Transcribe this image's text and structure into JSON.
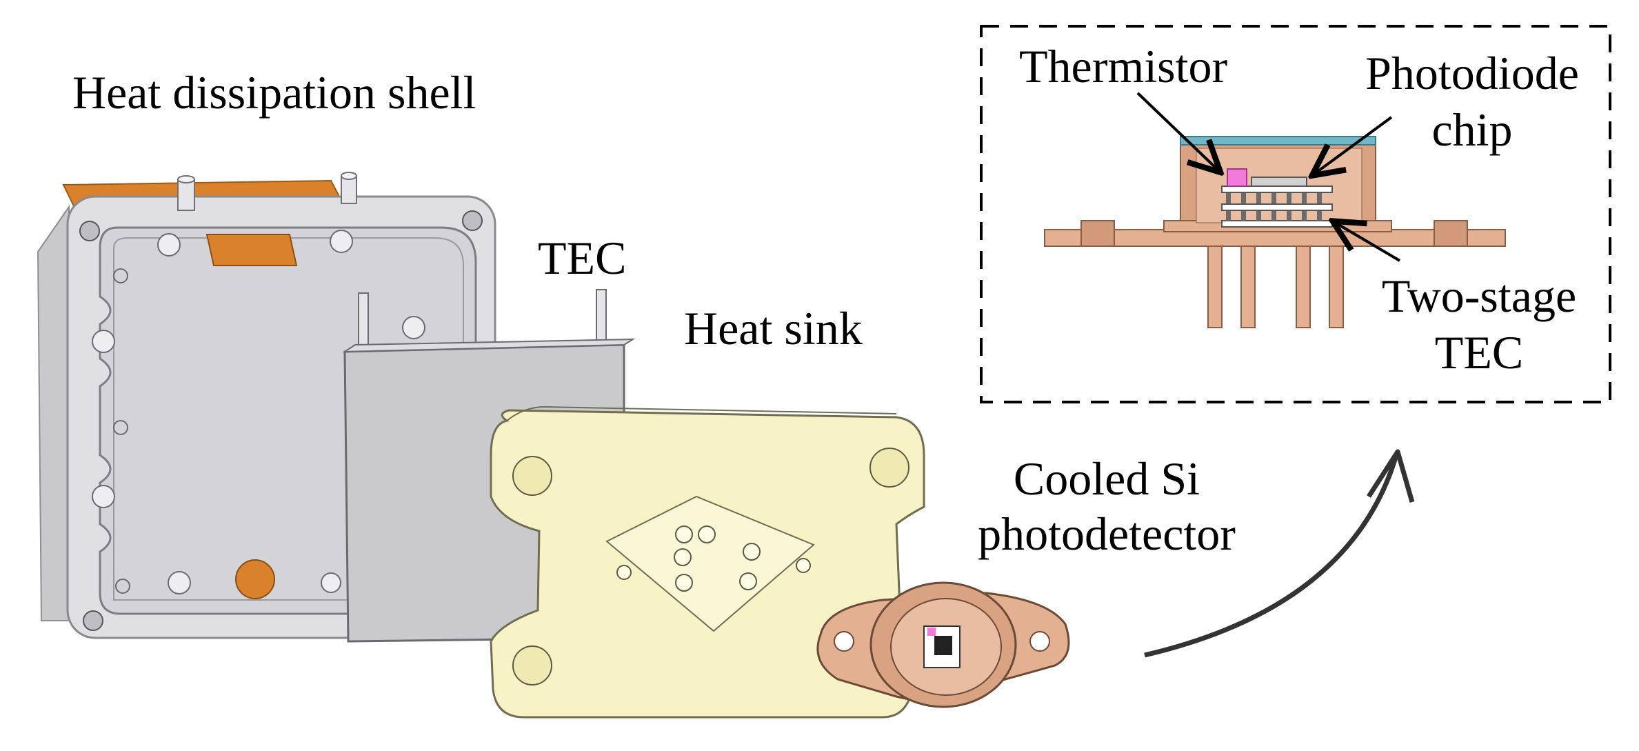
{
  "labels": {
    "shell": "Heat dissipation shell",
    "tec": "TEC",
    "heat_sink": "Heat sink",
    "detector_line1": "Cooled Si",
    "detector_line2": "photodetector",
    "thermistor": "Thermistor",
    "photodiode_line1": "Photodiode",
    "photodiode_line2": "chip",
    "two_stage_line1": "Two-stage",
    "two_stage_line2": "TEC"
  },
  "colors": {
    "shell_metal": "#d9d9dc",
    "shell_edge": "#bcbcc0",
    "orange_part": "#d9822b",
    "heat_sink": "#f7f3c6",
    "copper": "#e3b092",
    "copper_dark": "#c98f6e",
    "chip_pink": "#f27ad8",
    "window_blue": "#6fb7c9",
    "tec_gray": "#c8c8cc"
  }
}
